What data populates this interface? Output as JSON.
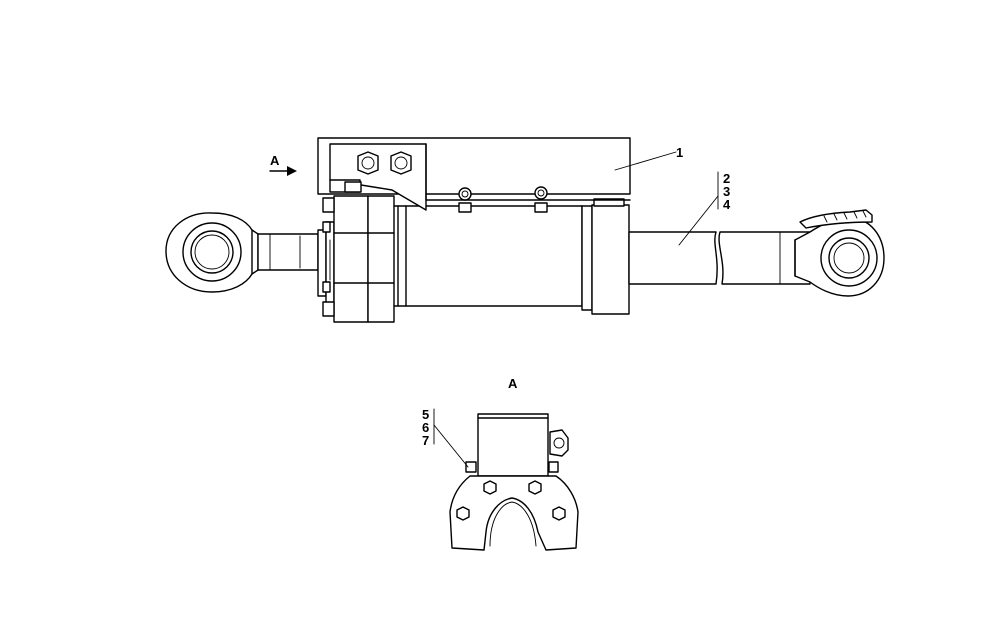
{
  "labels": {
    "view_arrow": "A",
    "view_title": "A",
    "callout_1": "1",
    "callout_2": "2",
    "callout_3": "3",
    "callout_4": "4",
    "callout_5": "5",
    "callout_6": "6",
    "callout_7": "7"
  }
}
